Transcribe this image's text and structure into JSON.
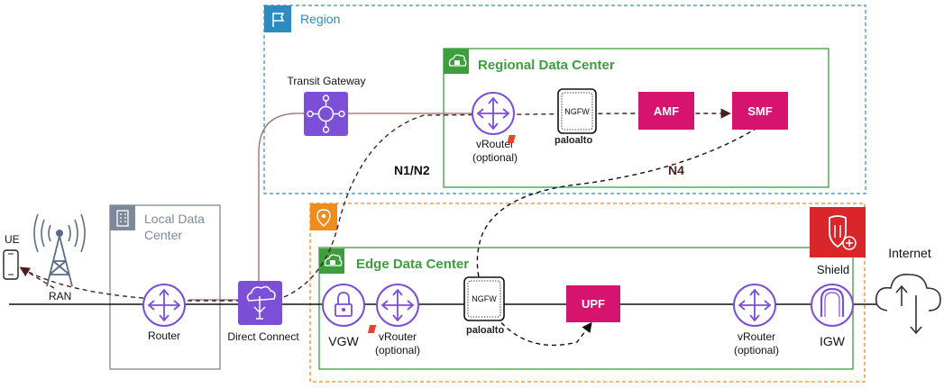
{
  "region": {
    "label": "Region"
  },
  "regional_dc": {
    "label": "Regional Data Center"
  },
  "local_dc": {
    "label_line1": "Local Data",
    "label_line2": "Center"
  },
  "edge_dc": {
    "label": "Edge Data Center"
  },
  "nodes": {
    "transit_gateway": "Transit Gateway",
    "vrouter_regional": {
      "line1": "vRouter",
      "line2": "(optional)"
    },
    "ngfw_text": "NGFW",
    "paloalto": "paloalto",
    "amf": "AMF",
    "smf": "SMF",
    "router": "Router",
    "direct_connect": "Direct Connect",
    "vgw": "VGW",
    "vrouter_edge_left": {
      "line1": "vRouter",
      "line2": "(optional)"
    },
    "upf": "UPF",
    "vrouter_edge_right": {
      "line1": "vRouter",
      "line2": "(optional)"
    },
    "shield": "Shield",
    "igw": "IGW",
    "internet": "Internet",
    "ue": "UE",
    "ran": "RAN"
  },
  "interfaces": {
    "n1n2": "N1/N2",
    "n4": "N4"
  },
  "colors": {
    "region": "#2E8BC0",
    "regional_green": "#3C9E3C",
    "edge_orange": "#F08C1E",
    "local_gray": "#7D8998",
    "purple": "#7B4FD6",
    "magenta": "#D6136F",
    "shield_red": "#D9262B"
  }
}
